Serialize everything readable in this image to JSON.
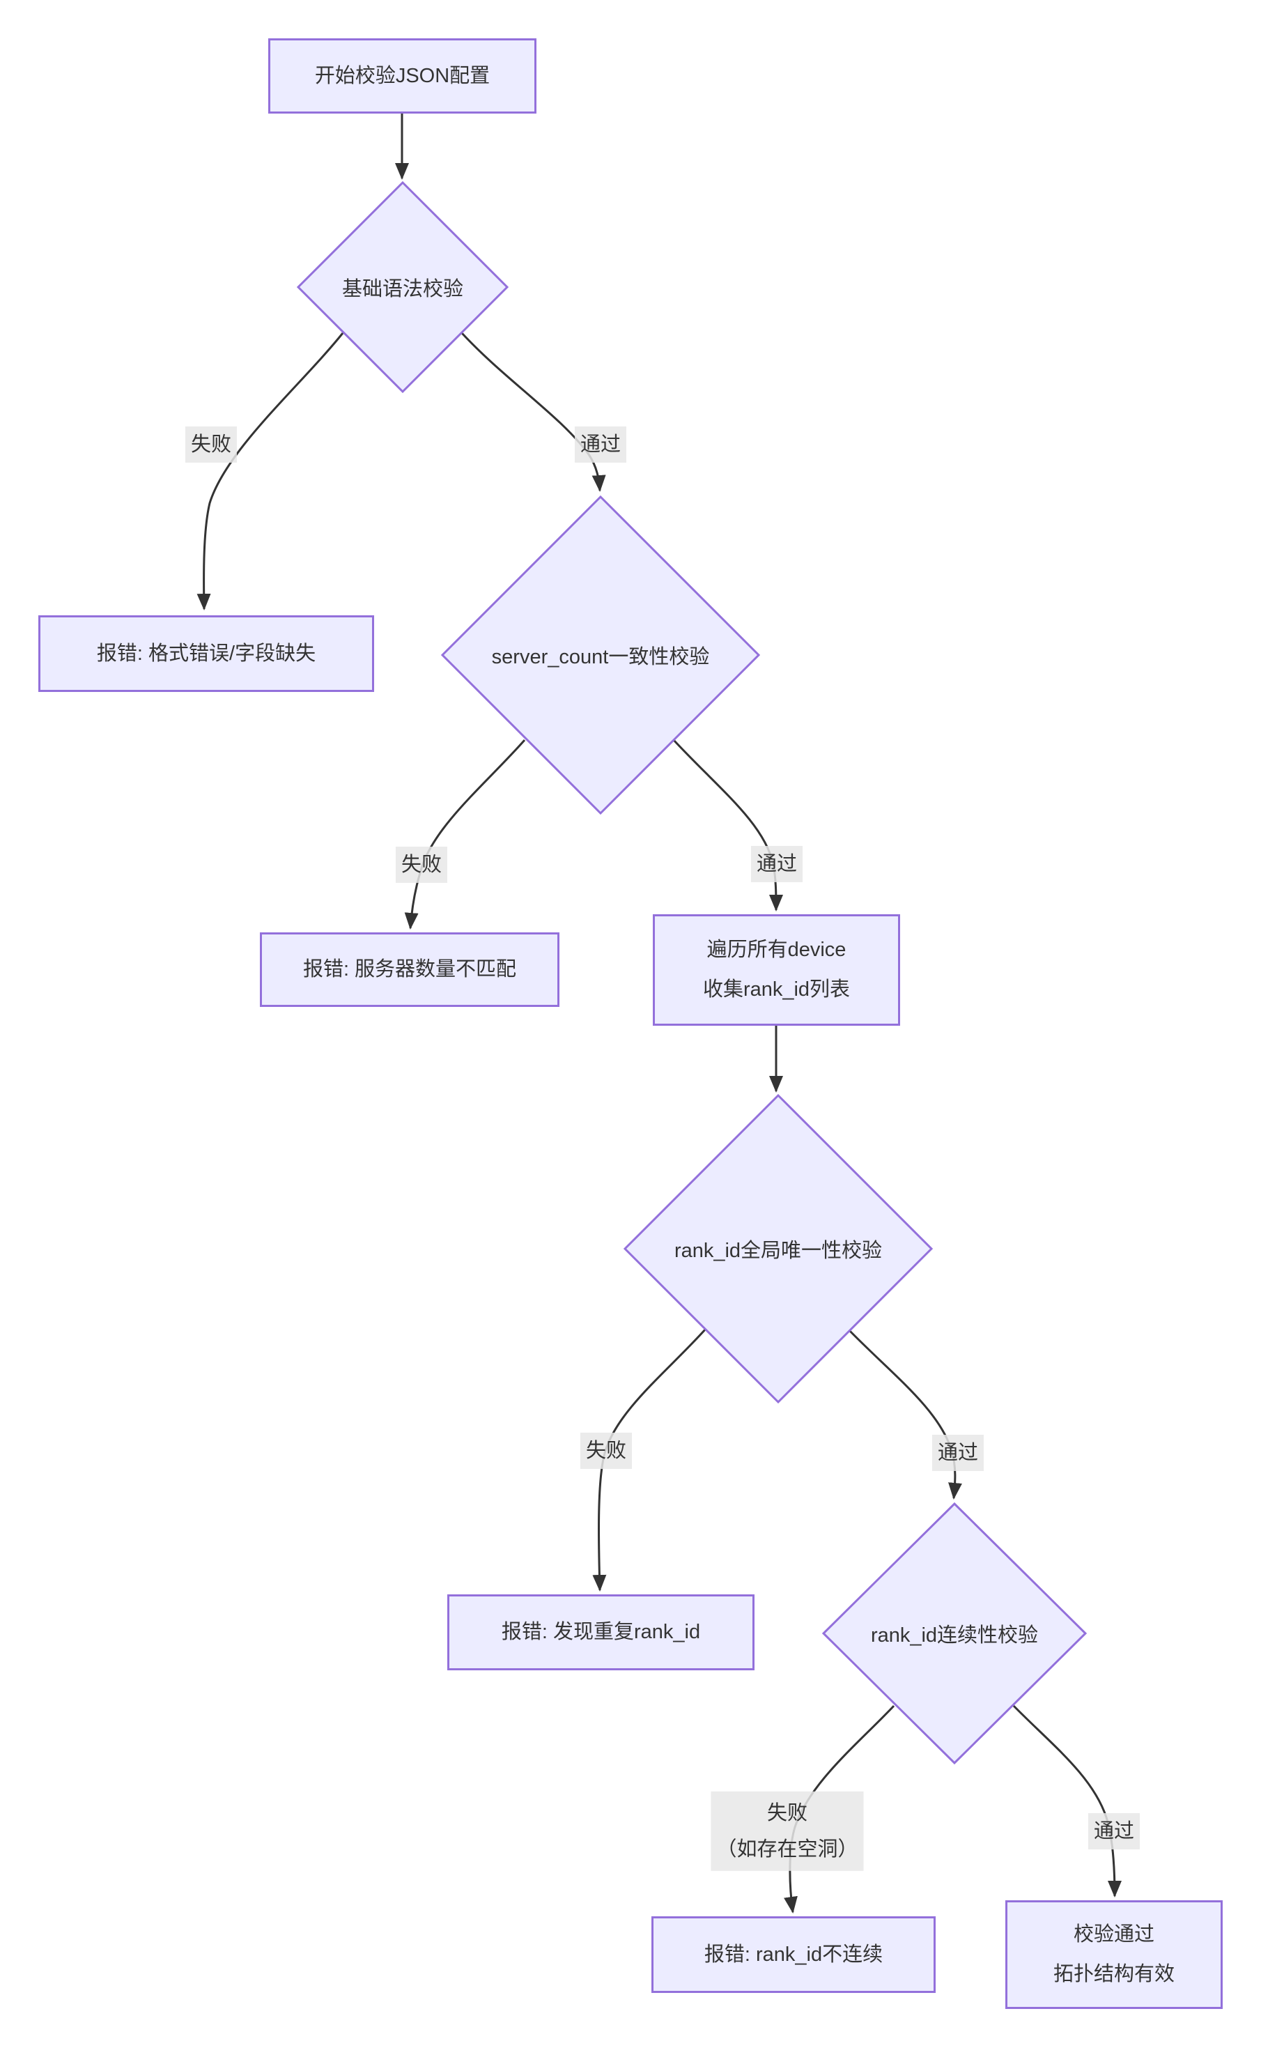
{
  "diagram": {
    "type": "flowchart",
    "direction": "top-down",
    "colors": {
      "background": "#ffffff",
      "node_fill": "#ECECFF",
      "node_border": "#9370DB",
      "edge_line": "#333333",
      "edge_label_bg": "#e8e8e8",
      "text": "#333333"
    },
    "nodes": {
      "start": {
        "label": "开始校验JSON配置"
      },
      "syntax_check": {
        "label": "基础语法校验"
      },
      "err_format": {
        "label": "报错: 格式错误/字段缺失"
      },
      "server_count_check": {
        "label": "server_count一致性校验"
      },
      "err_server_count": {
        "label": "报错: 服务器数量不匹配"
      },
      "collect_rank_ids": {
        "line1": "遍历所有device",
        "line2": "收集rank_id列表"
      },
      "rank_id_unique_check": {
        "label": "rank_id全局唯一性校验"
      },
      "err_duplicate_rank_id": {
        "label": "报错: 发现重复rank_id"
      },
      "rank_id_contiguity_check": {
        "label": "rank_id连续性校验"
      },
      "err_rank_id_not_contiguous": {
        "label": "报错: rank_id不连续"
      },
      "success": {
        "line1": "校验通过",
        "line2": "拓扑结构有效"
      }
    },
    "edge_labels": {
      "syntax_fail": "失败",
      "syntax_pass": "通过",
      "server_count_fail": "失败",
      "server_count_pass": "通过",
      "unique_fail": "失败",
      "unique_pass": "通过",
      "contiguity_fail_line1": "失败",
      "contiguity_fail_line2": "（如存在空洞）",
      "contiguity_pass": "通过"
    }
  }
}
